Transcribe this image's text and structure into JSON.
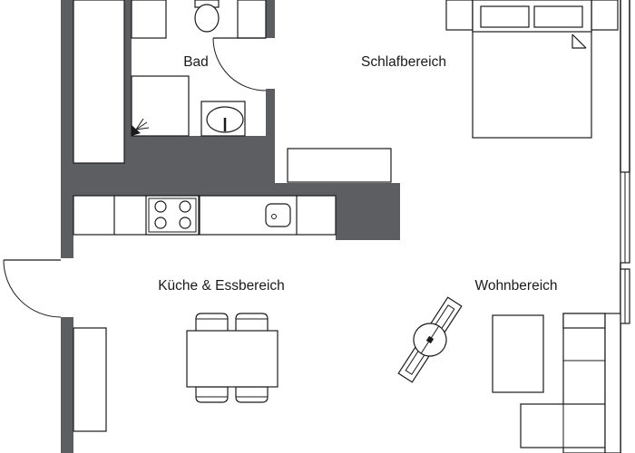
{
  "plan": {
    "rooms": [
      {
        "id": "bad",
        "label": "Bad"
      },
      {
        "id": "schlafbereich",
        "label": "Schlafbereich"
      },
      {
        "id": "kueche",
        "label": "Küche & Essbereich"
      },
      {
        "id": "wohnbereich",
        "label": "Wohnbereich"
      }
    ],
    "colors": {
      "wall": "#5d5e61",
      "line": "#1a1a1a",
      "background": "#ffffff"
    }
  }
}
